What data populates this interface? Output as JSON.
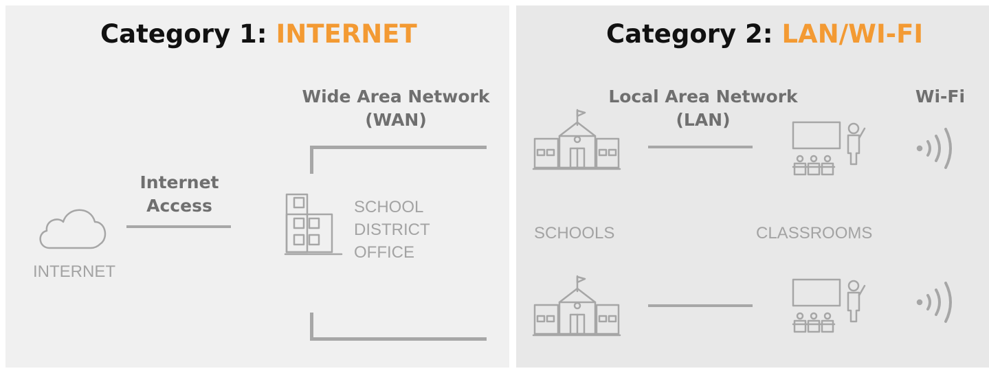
{
  "category1": {
    "prefix": "Category 1: ",
    "highlight": "INTERNET",
    "wan_label_line1": "Wide Area Network",
    "wan_label_line2": "(WAN)",
    "access_label_line1": "Internet",
    "access_label_line2": "Access",
    "internet_label": "INTERNET",
    "office_label_line1": "SCHOOL",
    "office_label_line2": "DISTRICT",
    "office_label_line3": "OFFICE"
  },
  "category2": {
    "prefix": "Category 2: ",
    "highlight": "LAN/WI-FI",
    "lan_label_line1": "Local Area Network",
    "lan_label_line2": "(LAN)",
    "wifi_label": "Wi-Fi",
    "schools_label": "SCHOOLS",
    "classrooms_label": "CLASSROOMS"
  },
  "colors": {
    "accent": "#f39a33",
    "heading": "#111111",
    "bold_label": "#6f6f6f",
    "light_label": "#a3a3a3",
    "panel1_bg": "#f0f0f0",
    "panel2_bg": "#e8e8e8",
    "lines": "#a7a7a7"
  },
  "icons": [
    "cloud-icon",
    "office-building-icon",
    "school-icon",
    "classroom-icon",
    "wifi-icon"
  ]
}
